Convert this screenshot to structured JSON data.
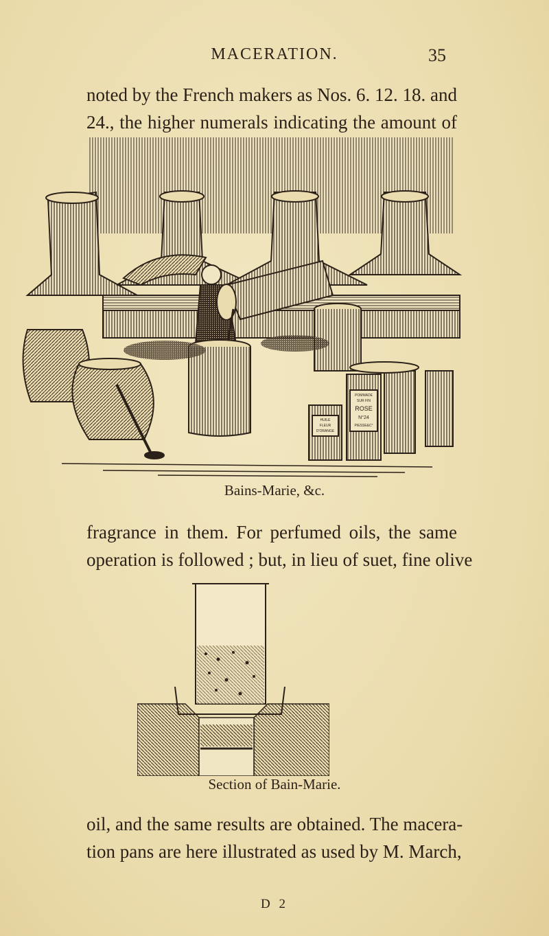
{
  "running_head": {
    "title": "MACERATION.",
    "page_number": "35"
  },
  "paragraph_top": {
    "lines": [
      "noted by the French makers as Nos. 6. 12. 18. and",
      "24., the higher numerals indicating the amount of"
    ]
  },
  "figure_1": {
    "caption": "Bains-Marie, &c.",
    "labels": {
      "box_rose": [
        "POMMADE",
        "SUR FIN",
        "ROSE",
        "N°24",
        "PIESSE&C°"
      ],
      "box_orange": [
        "HUILE",
        "FLEUR",
        "D'ORANGE"
      ]
    }
  },
  "paragraph_middle": {
    "lines": [
      "fragrance in them. For perfumed oils, the same",
      "operation is followed ; but, in lieu of suet, fine olive"
    ]
  },
  "figure_2": {
    "caption": "Section of Bain-Marie."
  },
  "paragraph_bottom": {
    "lines": [
      "oil, and the same results are obtained. The macera-",
      "tion pans are here illustrated as used by M. March,"
    ]
  },
  "signature_mark": "D 2"
}
